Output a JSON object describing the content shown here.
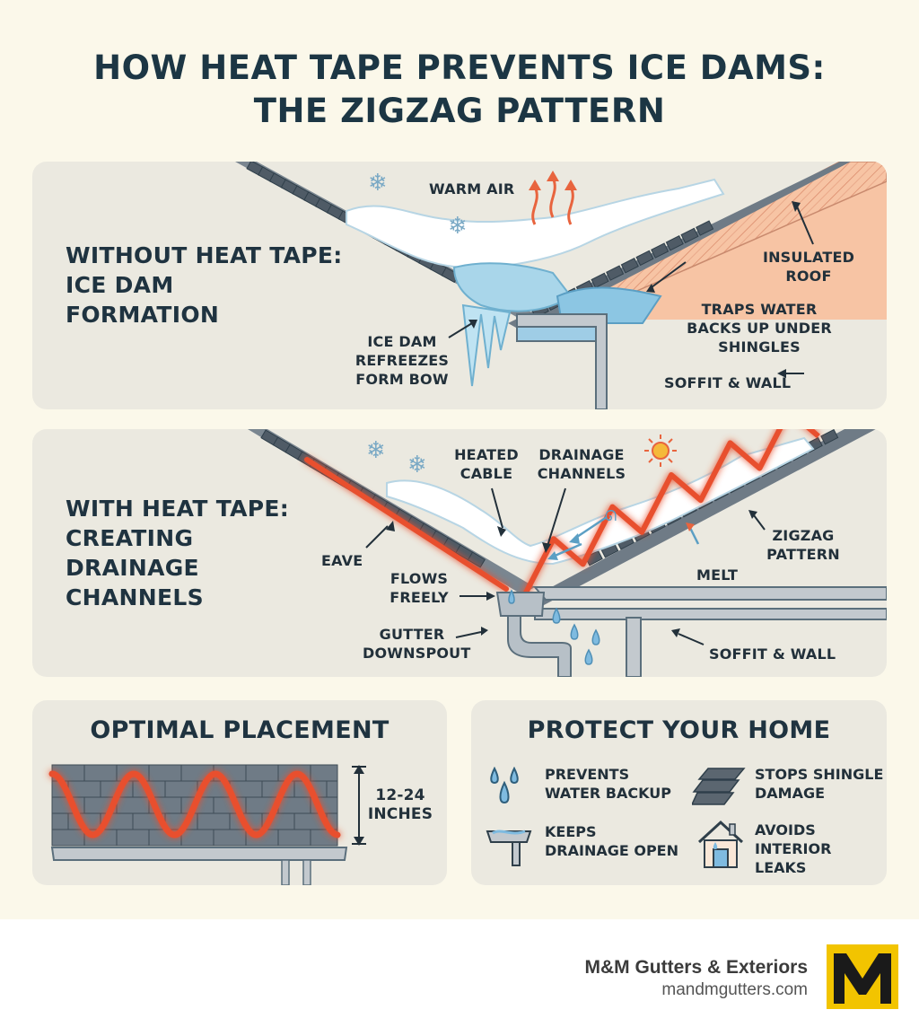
{
  "title": {
    "line1": "HOW HEAT TAPE PREVENTS ICE DAMS:",
    "line2": "THE ZIGZAG PATTERN"
  },
  "without": {
    "heading_line1": "WITHOUT HEAT TAPE:",
    "heading_line2": "ICE DAM",
    "heading_line3": "FORMATION",
    "labels": {
      "warm_air": "WARM AIR",
      "insulated_roof_1": "INSULATED",
      "insulated_roof_2": "ROOF",
      "traps_1": "TRAPS WATER",
      "traps_2": "BACKS UP UNDER",
      "traps_3": "SHINGLES",
      "ice_dam_1": "ICE DAM",
      "ice_dam_2": "REFREEZES",
      "ice_dam_3": "FORM BOW",
      "soffit": "SOFFIT & WALL"
    }
  },
  "with": {
    "heading_line1": "WITH HEAT TAPE:",
    "heading_line2": "CREATING",
    "heading_line3": "DRAINAGE",
    "heading_line4": "CHANNELS",
    "labels": {
      "heated_1": "HEATED",
      "heated_2": "CABLE",
      "drainage_1": "DRAINAGE",
      "drainage_2": "CHANNELS",
      "zigzag_1": "ZIGZAG",
      "zigzag_2": "PATTERN",
      "eave": "EAVE",
      "flows_1": "FLOWS",
      "flows_2": "FREELY",
      "melt": "MELT",
      "gutter_1": "GUTTER",
      "gutter_2": "DOWNSPOUT",
      "soffit": "SOFFIT & WALL"
    }
  },
  "placement": {
    "title": "OPTIMAL PLACEMENT",
    "measure_1": "12-24",
    "measure_2": "INCHES"
  },
  "protect": {
    "title": "PROTECT YOUR HOME",
    "items": [
      {
        "line1": "PREVENTS",
        "line2": "WATER BACKUP",
        "line3": "",
        "icon": "water-drops-icon"
      },
      {
        "line1": "STOPS SHINGLE",
        "line2": "DAMAGE",
        "line3": "",
        "icon": "shingles-icon"
      },
      {
        "line1": "KEEPS",
        "line2": "DRAINAGE OPEN",
        "line3": "",
        "icon": "gutter-icon"
      },
      {
        "line1": "AVOIDS",
        "line2": "INTERIOR",
        "line3": "LEAKS",
        "icon": "house-leak-icon"
      }
    ]
  },
  "footer": {
    "brand_name": "M&M Gutters & Exteriors",
    "brand_url": "mandmgutters.com"
  },
  "colors": {
    "title": "#1c3644",
    "panel": "#ebe9e0",
    "heat": "#e8502e",
    "ice": "#a9d6ea",
    "insulation": "#f7c4a4",
    "logo_yellow": "#f2c400"
  }
}
